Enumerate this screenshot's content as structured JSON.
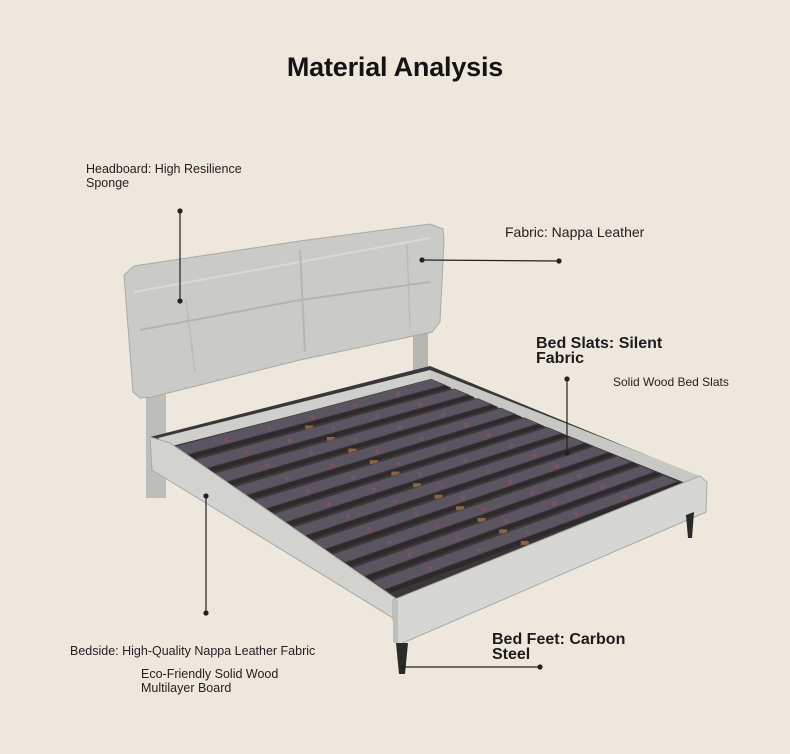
{
  "title": "Material Analysis",
  "labels": {
    "headboard": "Headboard: High Resilience Sponge",
    "fabric": "Fabric: Nappa Leather",
    "slats_title": "Bed Slats: Silent Fabric",
    "slats_sub": "Solid Wood Bed Slats",
    "bedside_title": "Bedside: High-Quality Nappa Leather Fabric",
    "bedside_sub": "Eco-Friendly Solid Wood Multilayer Board",
    "feet": "Bed Feet: Carbon Steel"
  },
  "colors": {
    "background": "#ede7dd",
    "leather": "#c9c9c6",
    "slat": "#55505a",
    "wood": "#8b6441",
    "steel": "#2a2a2a"
  }
}
